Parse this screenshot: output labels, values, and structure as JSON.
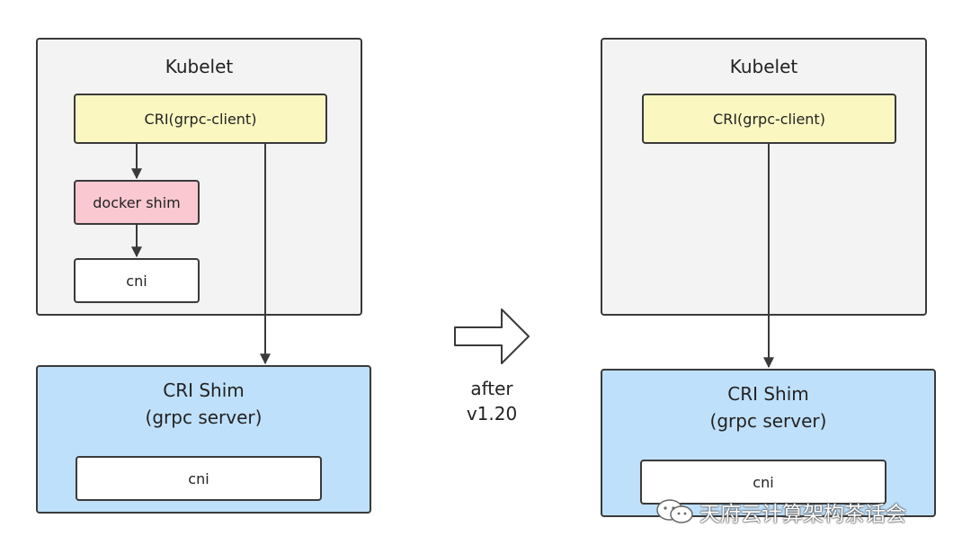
{
  "left": {
    "kubelet": {
      "title": "Kubelet",
      "cri_client": "CRI(grpc-client)",
      "docker_shim": "docker shim",
      "cni": "cni"
    },
    "cri_shim": {
      "title_line1": "CRI Shim",
      "title_line2": "(grpc server)",
      "cni": "cni"
    }
  },
  "transition": {
    "line1": "after",
    "line2": "v1.20"
  },
  "right": {
    "kubelet": {
      "title": "Kubelet",
      "cri_client": "CRI(grpc-client)"
    },
    "cri_shim": {
      "title_line1": "CRI Shim",
      "title_line2": "(grpc server)",
      "cni": "cni"
    }
  },
  "watermark": {
    "text": "天府云计算架构茶话会",
    "icon": "wechat-icon"
  },
  "colors": {
    "kubelet_bg": "#f3f3f3",
    "cri_client_bg": "#fbf7c1",
    "docker_shim_bg": "#f9c8d1",
    "cri_shim_bg": "#bfe0fa",
    "border": "#3a3a3a"
  }
}
